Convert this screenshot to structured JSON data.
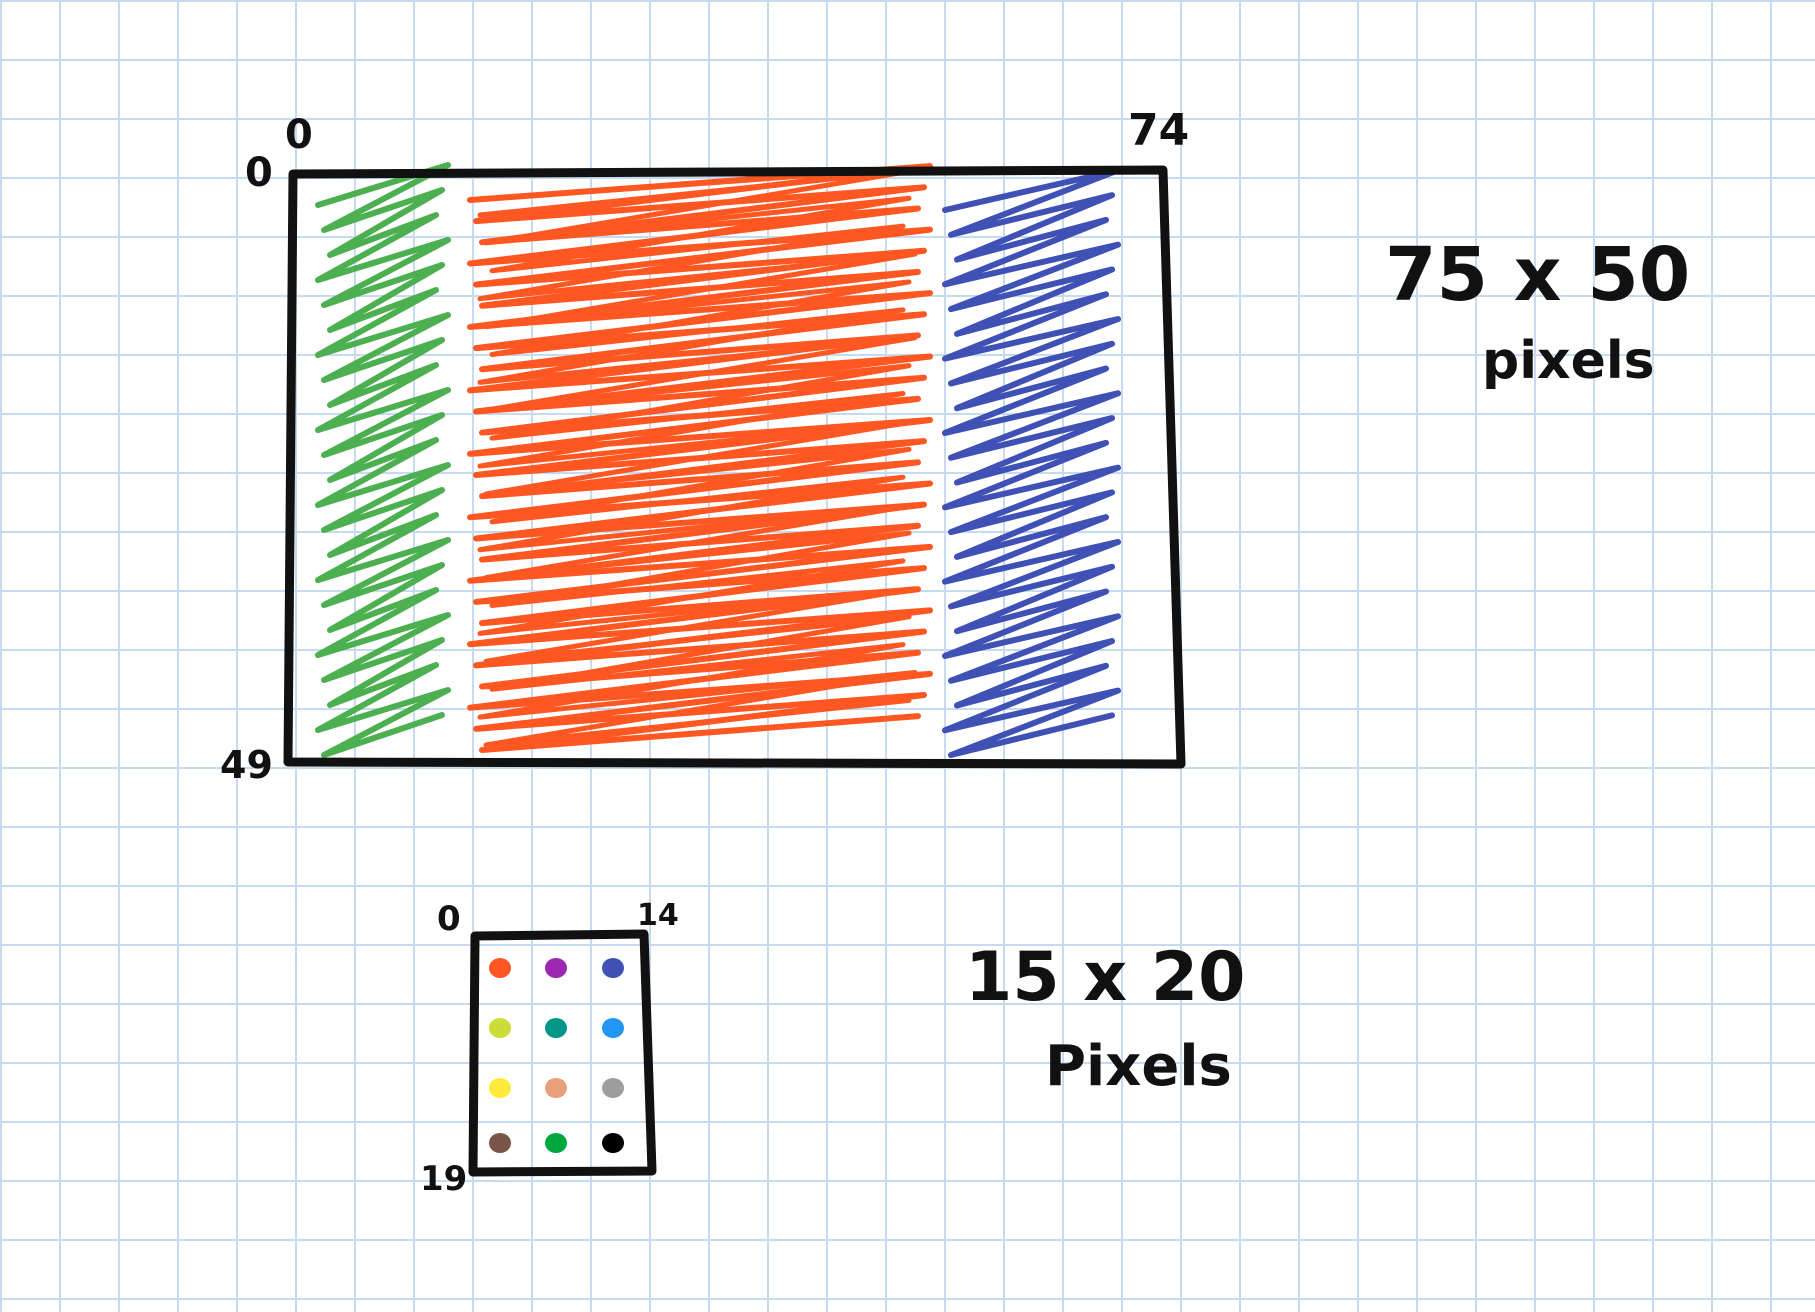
{
  "large_canvas": {
    "corner_labels": {
      "top_left": "0",
      "top_left_y": "0",
      "top_right": "74",
      "bottom_left": "49"
    },
    "dimension_text": "75 x 50",
    "unit_text": "pixels",
    "stripes": [
      {
        "name": "green",
        "color": "#4caf50"
      },
      {
        "name": "orange",
        "color": "#ff5722"
      },
      {
        "name": "blue",
        "color": "#3f51b5"
      }
    ]
  },
  "small_canvas": {
    "corner_labels": {
      "top_left": "0",
      "top_right": "14",
      "bottom_left": "19"
    },
    "dimension_text": "15 x 20",
    "unit_text": "Pixels",
    "dots": [
      {
        "color": "#ff5722"
      },
      {
        "color": "#9c27b0"
      },
      {
        "color": "#3f51b5"
      },
      {
        "color": "#cddc39"
      },
      {
        "color": "#009688"
      },
      {
        "color": "#2196f3"
      },
      {
        "color": "#ffeb3b"
      },
      {
        "color": "#e8a07a"
      },
      {
        "color": "#9e9e9e"
      },
      {
        "color": "#795548"
      },
      {
        "color": "#00a63e"
      },
      {
        "color": "#000000"
      }
    ]
  }
}
